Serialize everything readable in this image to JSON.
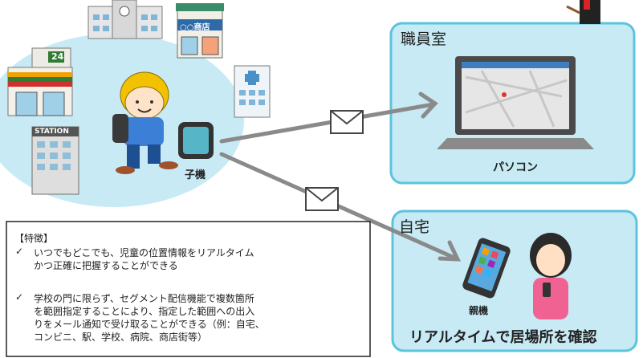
{
  "left_area": {
    "child_device_label": "子機",
    "station_sign": "STATION",
    "store_sign": "○○商店",
    "conv_sign": "24"
  },
  "staff_room": {
    "title": "職員室",
    "computer_label": "パソコン"
  },
  "home": {
    "title": "自宅",
    "parent_device_label": "親機",
    "caption": "リアルタイムで居場所を確認"
  },
  "features": {
    "heading": "【特徴】",
    "items": [
      {
        "line1": "いつでもどこでも、児童の位置情報をリアルタイム",
        "line2": "かつ正確に把握することができる"
      },
      {
        "line1": "学校の門に限らず、セグメント配信機能で複数箇所",
        "line2": "を範囲指定することにより、指定した範囲への出入",
        "line3": "りをメール通知で受け取ることができる（例：自宅、",
        "line4": "コンビニ、駅、学校、病院、商店街等）"
      }
    ],
    "check": "✓"
  },
  "colors": {
    "bubble": "#c7eaf5",
    "box_border": "#5bc4dc",
    "arrow": "#8a8a8a"
  },
  "icons": [
    "mail-icon",
    "laptop-icon",
    "smartphone-icon",
    "watch-icon"
  ]
}
